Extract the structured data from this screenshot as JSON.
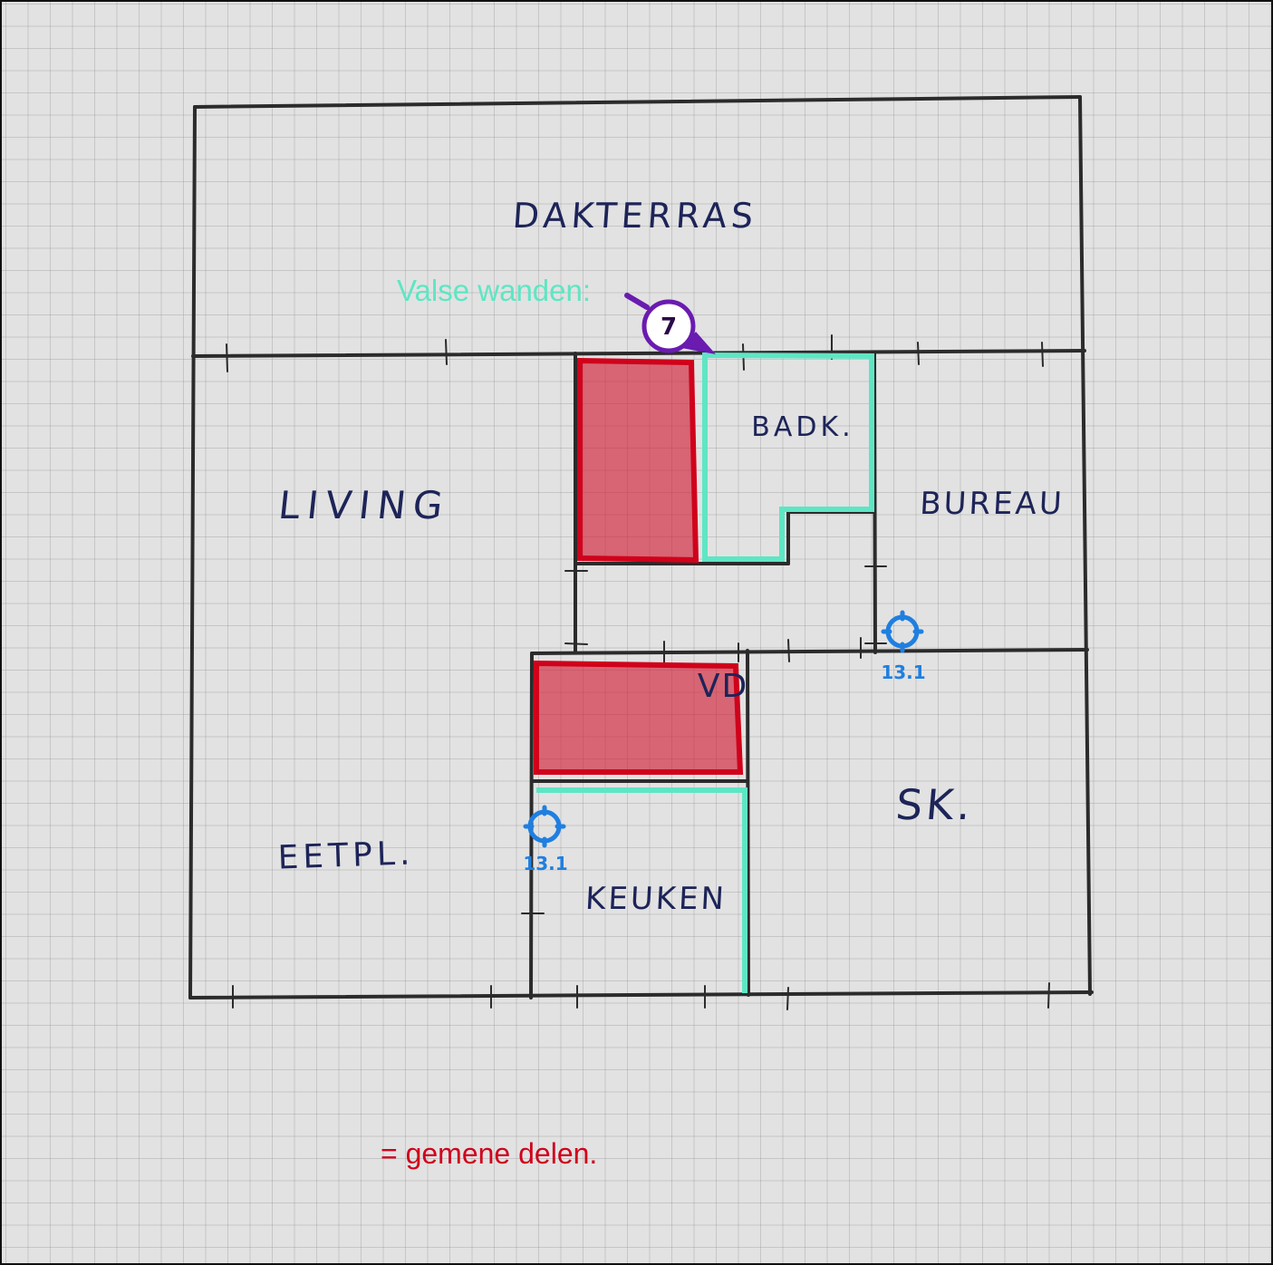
{
  "plan": {
    "rooms": {
      "dakterras": "DAKTERRAS",
      "living": "LIVING",
      "badk": "BADK.",
      "bureau": "BUREAU",
      "vd": "VD",
      "sk": "SK.",
      "eetpl": "EETPL.",
      "keuken": "KEUKEN"
    }
  },
  "annotations": {
    "false_walls": {
      "label": "Valse wanden:",
      "color": "#5ee6c4"
    },
    "marker": {
      "number": "7",
      "color": "#6a1bb0"
    },
    "shared_parts": {
      "legend": "= gemene delen.",
      "color": "#d0021b"
    },
    "targets": [
      {
        "label": "13.1",
        "icon": "crosshair-icon"
      },
      {
        "label": "13.1",
        "icon": "crosshair-icon"
      }
    ],
    "target_color": "#1f7fe0"
  },
  "colors": {
    "ink": "#1d2458",
    "walls": "#2b2b2b",
    "paper": "#e2e2e2"
  }
}
